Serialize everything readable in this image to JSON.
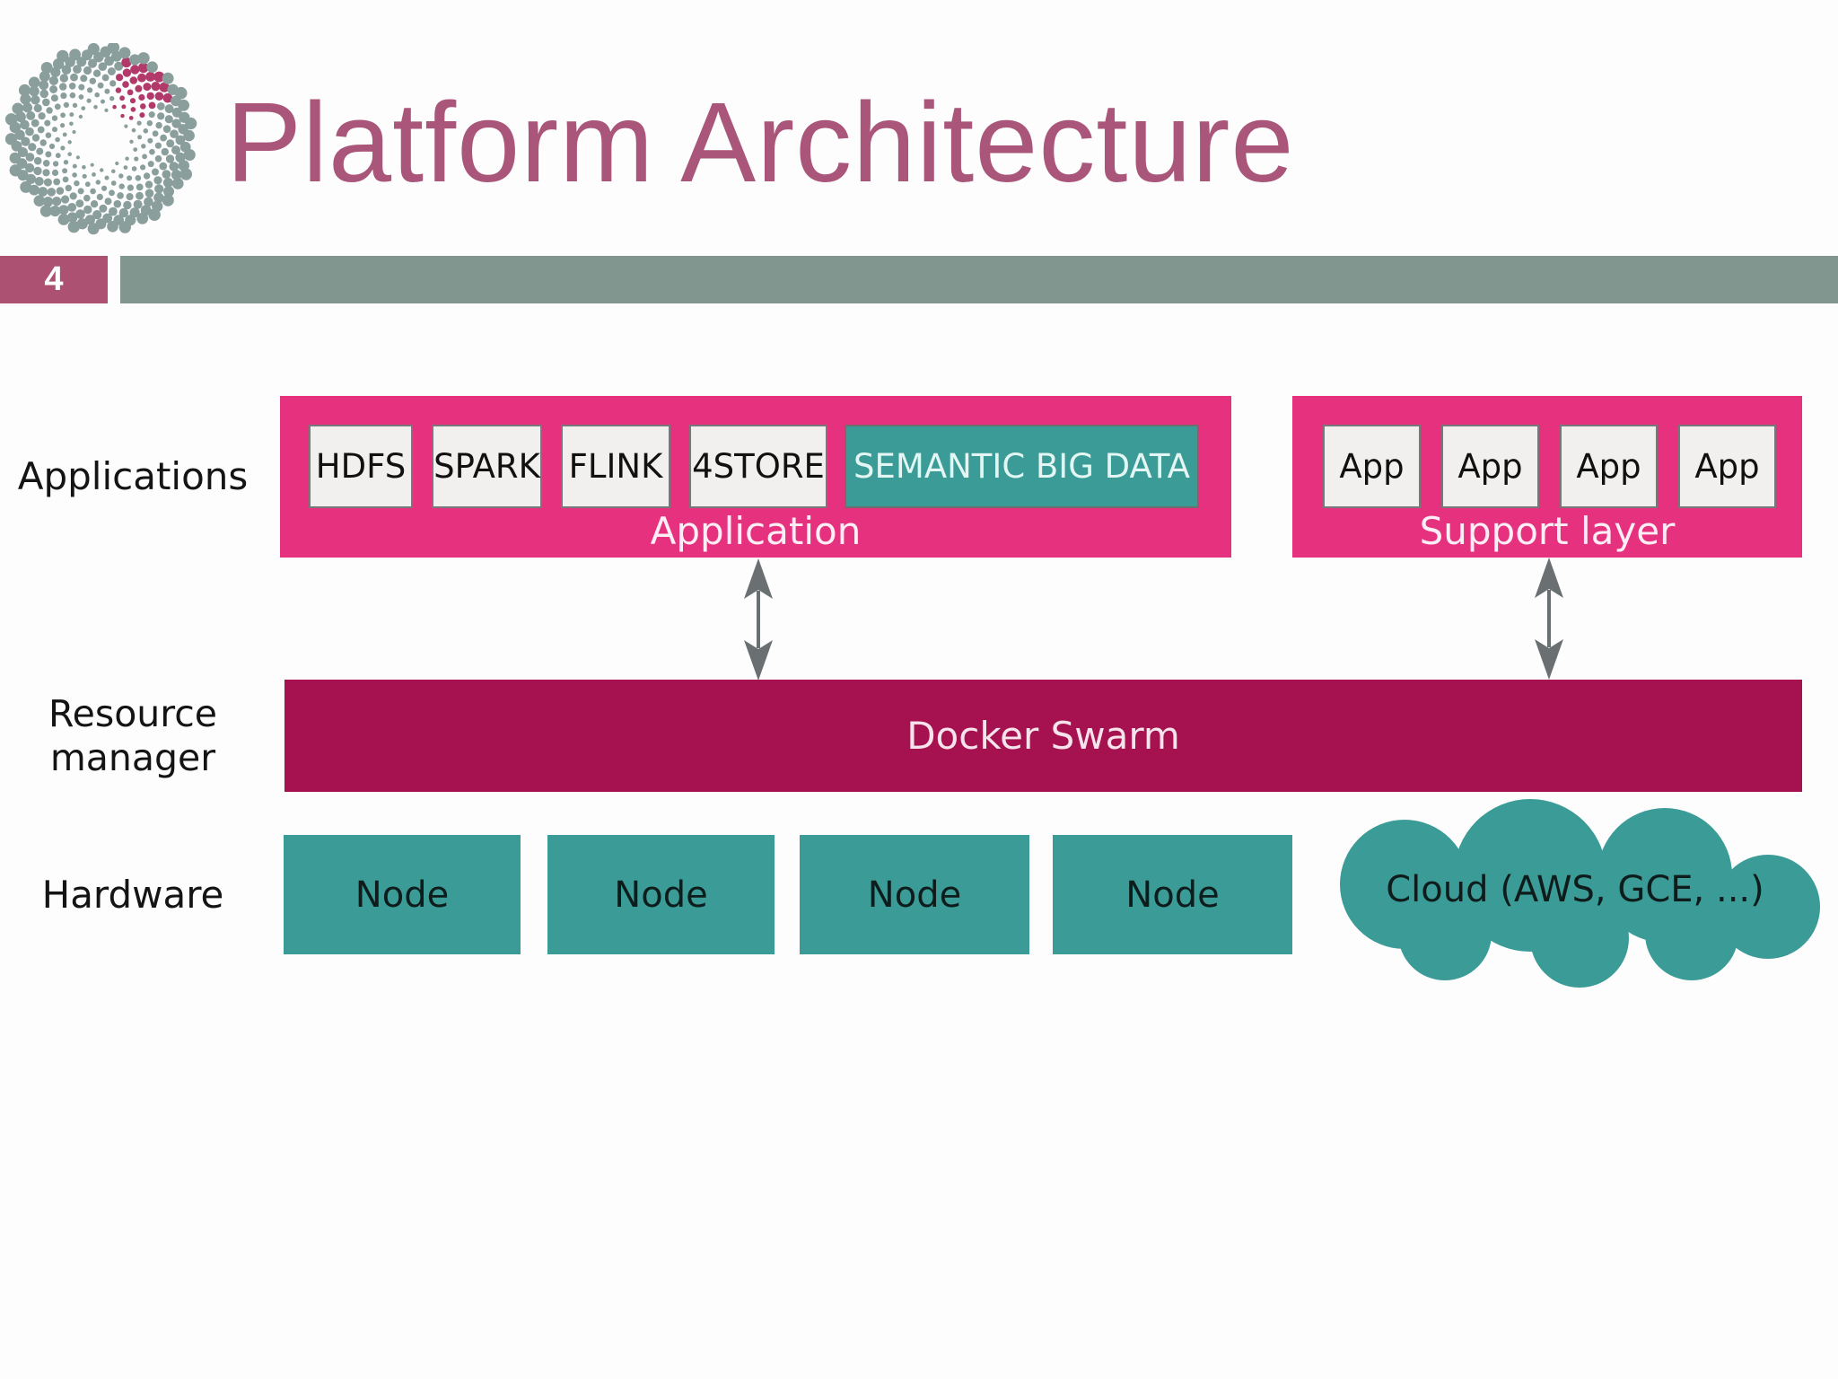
{
  "header": {
    "title": "Platform Architecture",
    "logo": "dot-spiral-logo"
  },
  "slide_number": "4",
  "row_labels": {
    "applications": "Applications",
    "resource_manager_line1": "Resource",
    "resource_manager_line2": "manager",
    "hardware": "Hardware"
  },
  "application_layer": {
    "caption": "Application",
    "modules": [
      {
        "label": "HDFS"
      },
      {
        "label": "SPARK"
      },
      {
        "label": "FLINK"
      },
      {
        "label": "4STORE"
      },
      {
        "label": "SEMANTIC BIG DATA"
      }
    ]
  },
  "support_layer": {
    "caption": "Support layer",
    "modules": [
      {
        "label": "App"
      },
      {
        "label": "App"
      },
      {
        "label": "App"
      },
      {
        "label": "App"
      }
    ]
  },
  "resource_layer": {
    "label": "Docker Swarm"
  },
  "hardware_layer": {
    "nodes": [
      "Node",
      "Node",
      "Node",
      "Node"
    ],
    "cloud_label": "Cloud (AWS, GCE, ...)"
  },
  "colors": {
    "accent_pink": "#e5317e",
    "dark_magenta": "#a5124f",
    "teal": "#3a9b97",
    "gray_bar": "#81968f",
    "badge_pink": "#ad5172",
    "title_mauve": "#a9567a",
    "arrow_gray": "#6a7072",
    "logo_gray": "#8a9e9b",
    "logo_pink": "#b23a6b"
  }
}
